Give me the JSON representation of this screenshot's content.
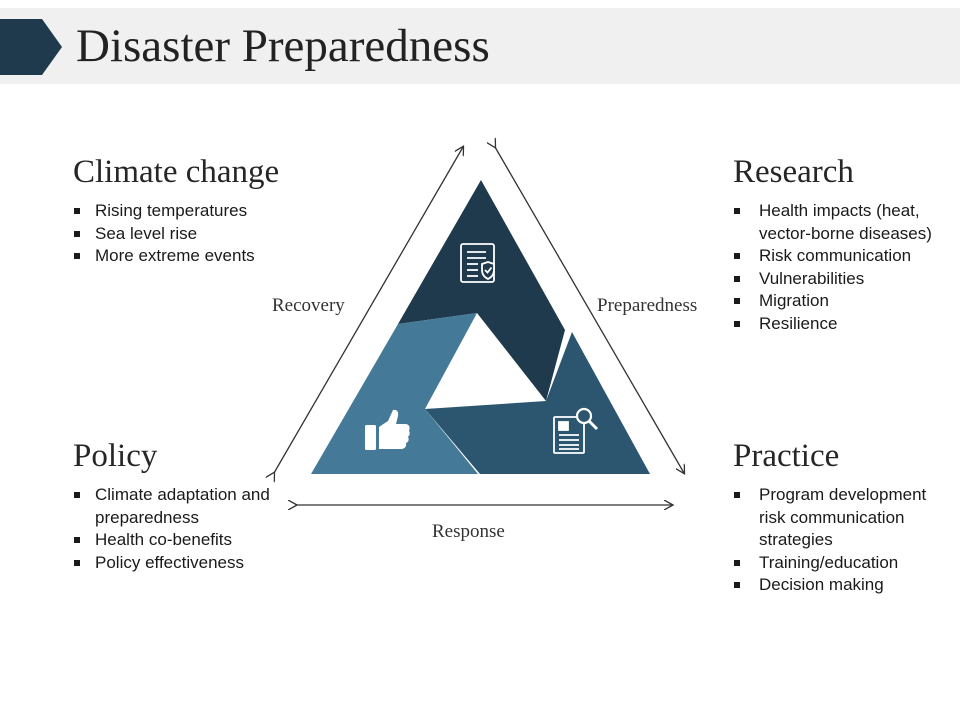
{
  "title": "Disaster Preparedness",
  "colors": {
    "dark": "#1f3a4c",
    "mid": "#2c5670",
    "light": "#447a98",
    "band": "#f0f0f0"
  },
  "sections": {
    "climate": {
      "heading": "Climate change",
      "items": [
        "Rising temperatures",
        "Sea level rise",
        "More extreme events"
      ]
    },
    "policy": {
      "heading": "Policy",
      "items": [
        "Climate adaptation and preparedness",
        "Health co-benefits",
        "Policy effectiveness"
      ]
    },
    "research": {
      "heading": "Research",
      "items": [
        "Health impacts (heat, vector-borne diseases)",
        "Risk communication",
        "Vulnerabilities",
        "Migration",
        "Resilience"
      ]
    },
    "practice": {
      "heading": "Practice",
      "items": [
        "Program development risk communication strategies",
        "Training/education",
        "Decision making"
      ]
    }
  },
  "cycle": {
    "recovery": "Recovery",
    "preparedness": "Preparedness",
    "response": "Response"
  },
  "icons": [
    "document-shield-icon",
    "newspaper-search-icon",
    "thumbs-up-icon"
  ]
}
